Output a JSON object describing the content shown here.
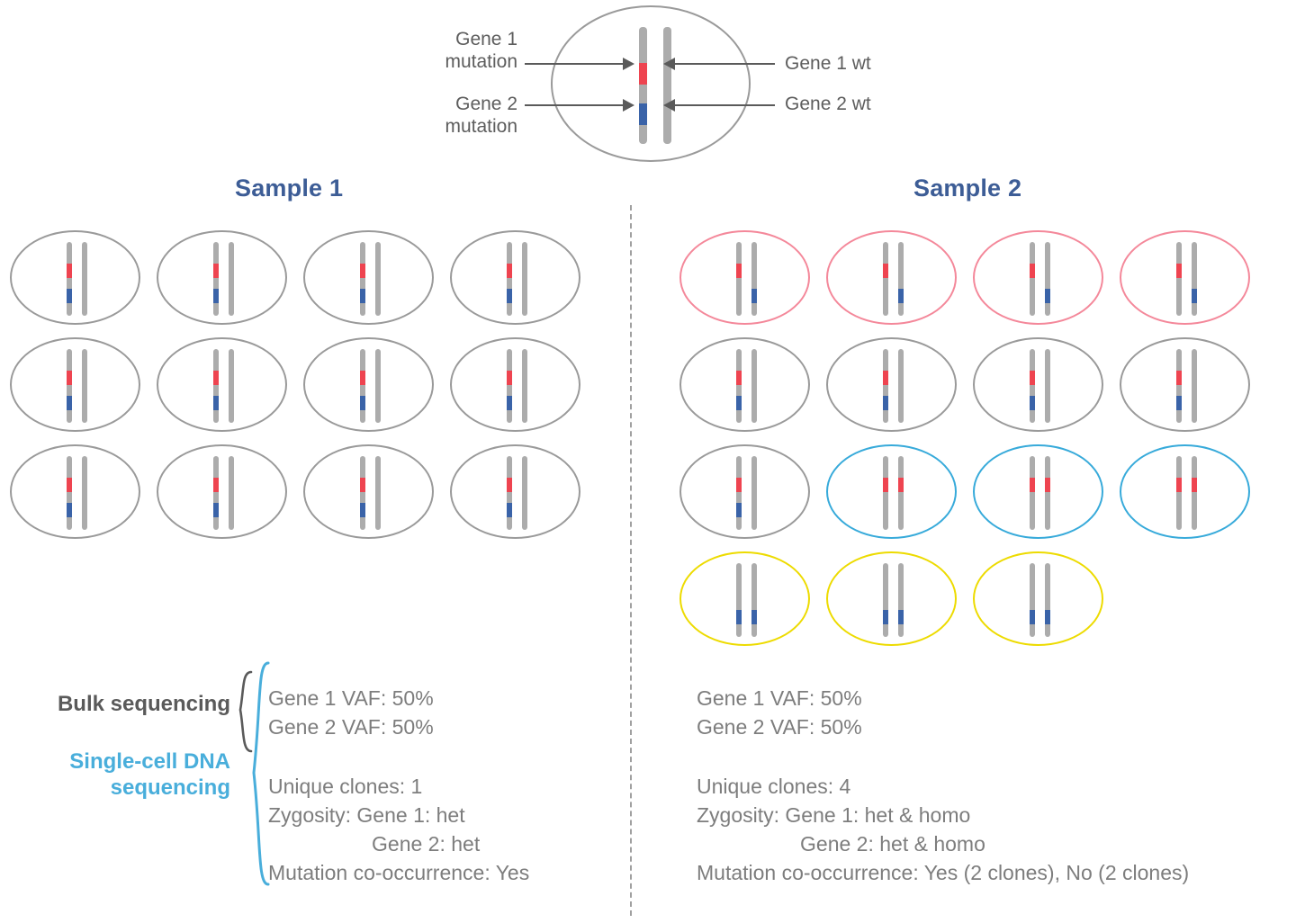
{
  "legend": {
    "gene1_mutation": "Gene 1\nmutation",
    "gene2_mutation": "Gene 2\nmutation",
    "gene1_wt": "Gene 1 wt",
    "gene2_wt": "Gene 2 wt",
    "cell_name": "reference-cell-diagram"
  },
  "colors": {
    "gene1_mutation": "#EE4450",
    "gene2_mutation": "#3A63A8",
    "chromosome": "#ACACAC",
    "cell_outline_default": "#9A9A9A",
    "clone_outline_pink": "#F4889A",
    "clone_outline_blue": "#37AADA",
    "clone_outline_yellow": "#EDDB00",
    "title": "#3D5D96",
    "bulk_label": "#5A5A5A",
    "singlecell_label": "#49AEDB",
    "body_text": "#7D7D7D"
  },
  "samples": [
    {
      "title": "Sample 1",
      "grid": {
        "rows": 3,
        "cols": 4
      },
      "cells": [
        {
          "outline": "gray",
          "left": [
            "g1",
            "g2"
          ],
          "right": []
        },
        {
          "outline": "gray",
          "left": [
            "g1",
            "g2"
          ],
          "right": []
        },
        {
          "outline": "gray",
          "left": [
            "g1",
            "g2"
          ],
          "right": []
        },
        {
          "outline": "gray",
          "left": [
            "g1",
            "g2"
          ],
          "right": []
        },
        {
          "outline": "gray",
          "left": [
            "g1",
            "g2"
          ],
          "right": []
        },
        {
          "outline": "gray",
          "left": [
            "g1",
            "g2"
          ],
          "right": []
        },
        {
          "outline": "gray",
          "left": [
            "g1",
            "g2"
          ],
          "right": []
        },
        {
          "outline": "gray",
          "left": [
            "g1",
            "g2"
          ],
          "right": []
        },
        {
          "outline": "gray",
          "left": [
            "g1",
            "g2"
          ],
          "right": []
        },
        {
          "outline": "gray",
          "left": [
            "g1",
            "g2"
          ],
          "right": []
        },
        {
          "outline": "gray",
          "left": [
            "g1",
            "g2"
          ],
          "right": []
        },
        {
          "outline": "gray",
          "left": [
            "g1",
            "g2"
          ],
          "right": []
        }
      ],
      "bulk_text": "Gene 1 VAF: 50%\nGene 2 VAF: 50%",
      "singlecell_text": "Unique clones: 1\nZygosity: Gene 1: het\n                  Gene 2: het\nMutation co-occurrence: Yes"
    },
    {
      "title": "Sample 2",
      "grid": {
        "rows": 4,
        "cols": 4
      },
      "cells": [
        {
          "outline": "pink",
          "left": [
            "g1"
          ],
          "right": [
            "g2"
          ]
        },
        {
          "outline": "pink",
          "left": [
            "g1"
          ],
          "right": [
            "g2"
          ]
        },
        {
          "outline": "pink",
          "left": [
            "g1"
          ],
          "right": [
            "g2"
          ]
        },
        {
          "outline": "pink",
          "left": [
            "g1"
          ],
          "right": [
            "g2"
          ]
        },
        {
          "outline": "gray",
          "left": [
            "g1",
            "g2"
          ],
          "right": []
        },
        {
          "outline": "gray",
          "left": [
            "g1",
            "g2"
          ],
          "right": []
        },
        {
          "outline": "gray",
          "left": [
            "g1",
            "g2"
          ],
          "right": []
        },
        {
          "outline": "gray",
          "left": [
            "g1",
            "g2"
          ],
          "right": []
        },
        {
          "outline": "gray",
          "left": [
            "g1",
            "g2"
          ],
          "right": []
        },
        {
          "outline": "blue",
          "left": [
            "g1"
          ],
          "right": [
            "g1"
          ]
        },
        {
          "outline": "blue",
          "left": [
            "g1"
          ],
          "right": [
            "g1"
          ]
        },
        {
          "outline": "blue",
          "left": [
            "g1"
          ],
          "right": [
            "g1"
          ]
        },
        {
          "outline": "yellow",
          "left": [
            "g2"
          ],
          "right": [
            "g2"
          ]
        },
        {
          "outline": "yellow",
          "left": [
            "g2"
          ],
          "right": [
            "g2"
          ]
        },
        {
          "outline": "yellow",
          "left": [
            "g2"
          ],
          "right": [
            "g2"
          ]
        }
      ],
      "bulk_text": "Gene 1 VAF: 50%\nGene 2 VAF: 50%",
      "singlecell_text": "Unique clones: 4\nZygosity: Gene 1: het & homo\n                  Gene 2: het & homo\nMutation co-occurrence: Yes (2 clones), No (2 clones)"
    }
  ],
  "method_labels": {
    "bulk": "Bulk sequencing",
    "singlecell": "Single-cell DNA\nsequencing"
  }
}
